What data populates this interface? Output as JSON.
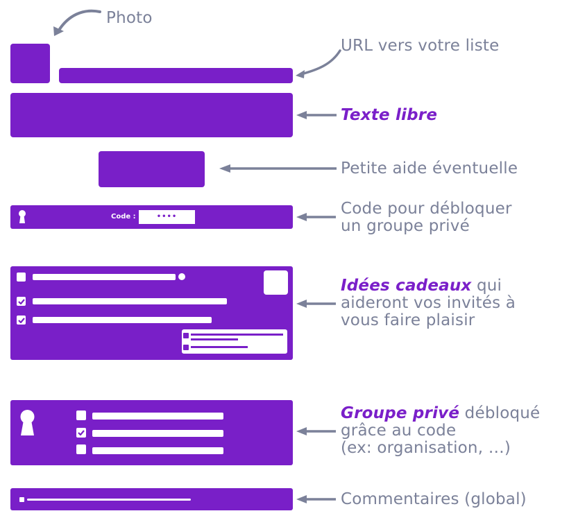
{
  "colors": {
    "accent": "#791fc8",
    "annotation": "#7b8199",
    "background": "#ffffff"
  },
  "annotations": {
    "photo": {
      "text": "Photo"
    },
    "url": {
      "text": "URL vers votre liste"
    },
    "free_text": {
      "emphasis": "Texte libre",
      "rest": ""
    },
    "help": {
      "text": "Petite aide éventuelle"
    },
    "code": {
      "line1": "Code pour débloquer",
      "line2": "un groupe privé"
    },
    "gifts": {
      "emphasis": "Idées cadeaux",
      "rest1": " qui",
      "line2": "aideront vos invités à",
      "line3": "vous faire plaisir"
    },
    "private_group": {
      "emphasis": "Groupe privé",
      "rest1": " débloqué",
      "line2": "grâce au code",
      "line3": "(ex: organisation, …)"
    },
    "comments": {
      "text": "Commentaires (global)"
    }
  },
  "mockup": {
    "code_bar": {
      "label": "Code :",
      "input_value": "••••",
      "icon": "keyhole-icon"
    },
    "gift_panel": {
      "items": [
        {
          "checked": false,
          "has_dot": true
        },
        {
          "checked": true
        },
        {
          "checked": true
        }
      ],
      "thumbnail": "image-placeholder",
      "mini_card_items": [
        {
          "checked": false,
          "lines": 2
        },
        {
          "checked": false,
          "lines": 1
        }
      ]
    },
    "private_panel": {
      "icon": "keyhole-icon",
      "items": [
        {
          "checked": false
        },
        {
          "checked": true
        },
        {
          "checked": false
        }
      ]
    },
    "comments_bar": {
      "icon": "comment-square-icon"
    }
  }
}
